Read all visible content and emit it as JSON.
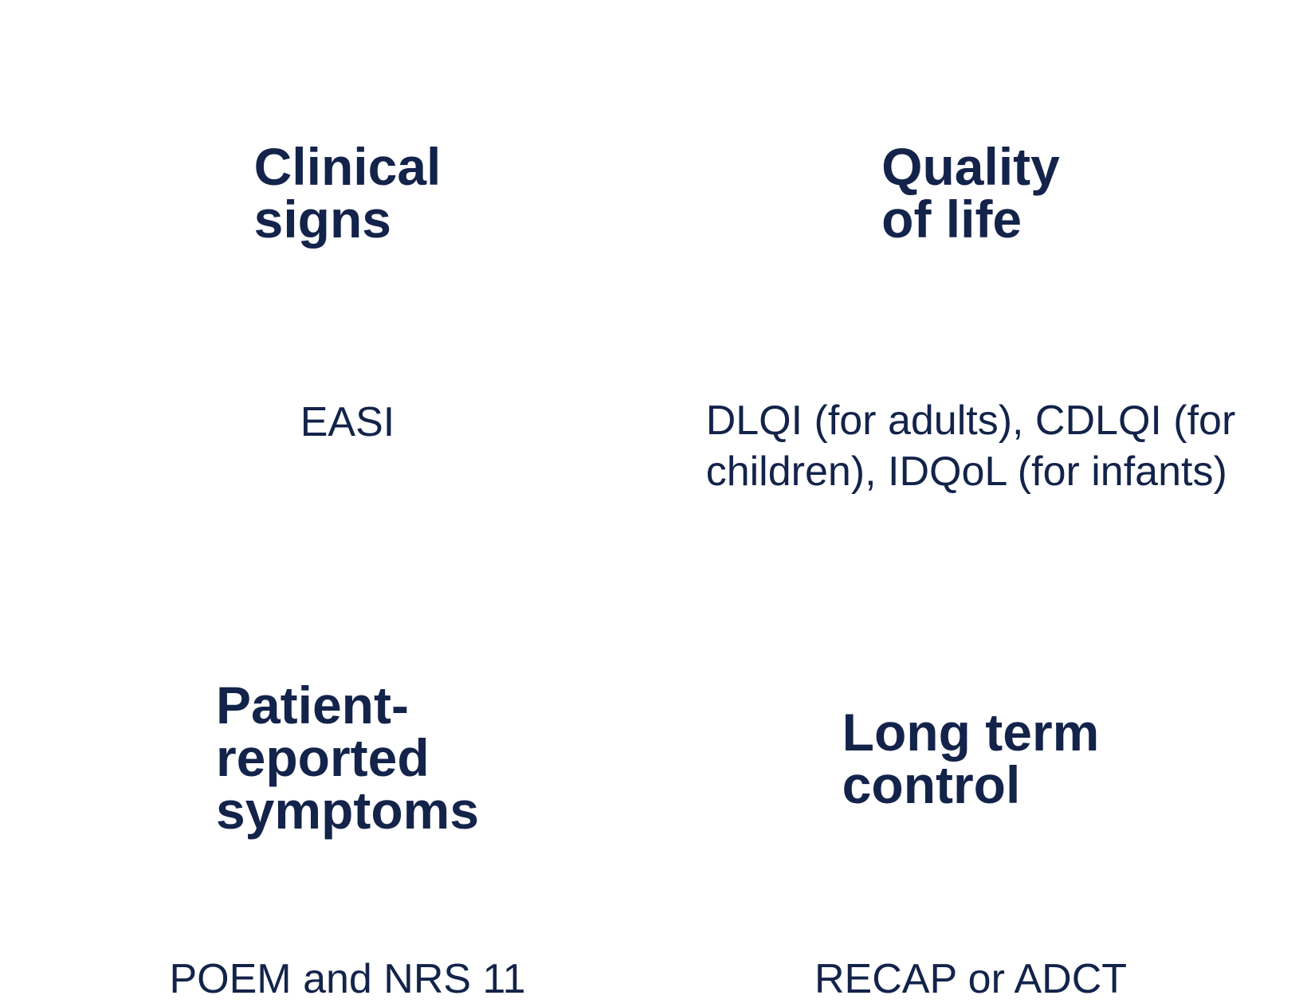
{
  "quadrants": {
    "clinical_signs": {
      "title_lines": [
        "Clinical",
        "signs"
      ],
      "value": "EASI"
    },
    "quality_of_life": {
      "title_lines": [
        "Quality",
        "of life"
      ],
      "value_lines": [
        "DLQI (for adults), CDLQI (for",
        "children), IDQoL (for infants)"
      ]
    },
    "patient_reported_symptoms": {
      "title_lines": [
        "Patient-",
        "reported",
        "symptoms"
      ],
      "value": "POEM and NRS 11"
    },
    "long_term_control": {
      "title_lines": [
        "Long term",
        "control"
      ],
      "value": "RECAP or ADCT"
    }
  },
  "colors": {
    "text": "#13234a",
    "background": "#ffffff"
  }
}
